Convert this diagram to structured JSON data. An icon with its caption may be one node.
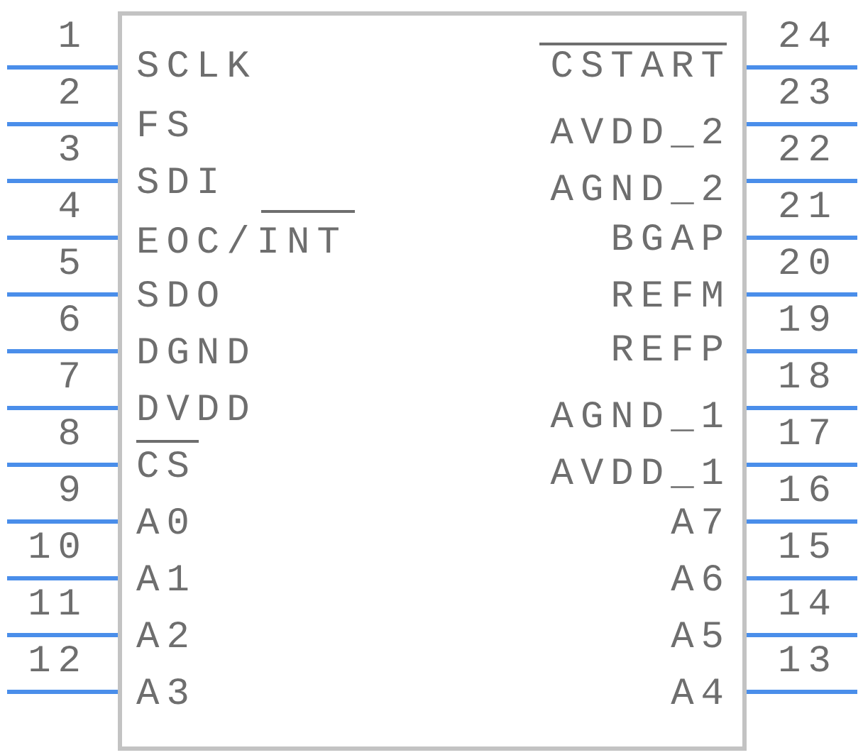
{
  "diagram": {
    "labels": [
      "1",
      "SCLK",
      "CSTART",
      "24",
      "2",
      "FS",
      "AVDD_2",
      "23",
      "3",
      "SDI",
      "AGND_2",
      "22",
      "4",
      "EOC/INT",
      "BGAP",
      "21",
      "5",
      "SDO",
      "REFM",
      "20",
      "6",
      "DGND",
      "REFP",
      "19",
      "7",
      "DVDD",
      "AGND_1",
      "18",
      "8",
      "CS",
      "AVDD_1",
      "17",
      "9",
      "A0",
      "A7",
      "16",
      "10",
      "A1",
      "A6",
      "15",
      "11",
      "A2",
      "A5",
      "14",
      "12",
      "A3",
      "A4",
      "13"
    ]
  }
}
